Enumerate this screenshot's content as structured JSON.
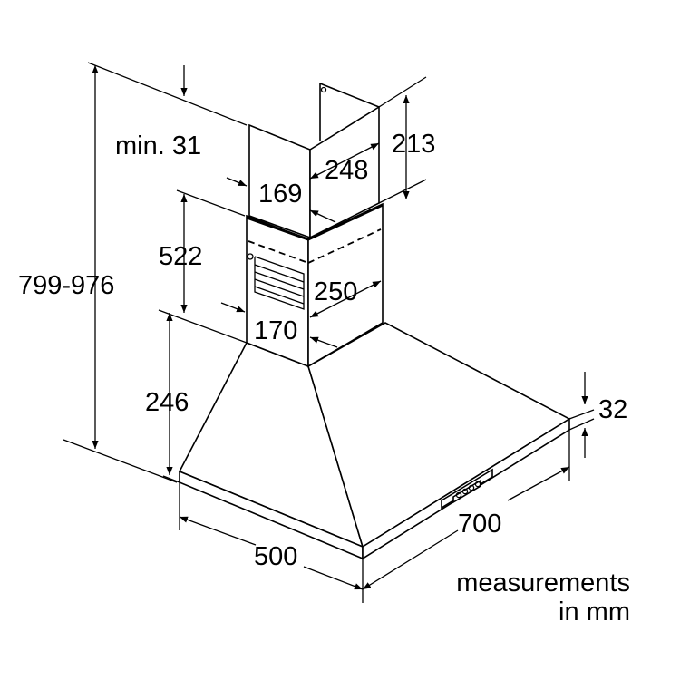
{
  "dimensions": {
    "top_clearance": "min. 31",
    "total_height": "799-976",
    "upper_chimney_depth": "169",
    "upper_chimney_width": "248",
    "upper_chimney_height": "213",
    "lower_chimney_height": "522",
    "lower_chimney_width": "250",
    "lower_chimney_depth": "170",
    "canopy_height": "246",
    "canopy_edge_height": "32",
    "canopy_width": "700",
    "canopy_depth": "500"
  },
  "note": {
    "line1": "measurements",
    "line2": "in mm"
  }
}
